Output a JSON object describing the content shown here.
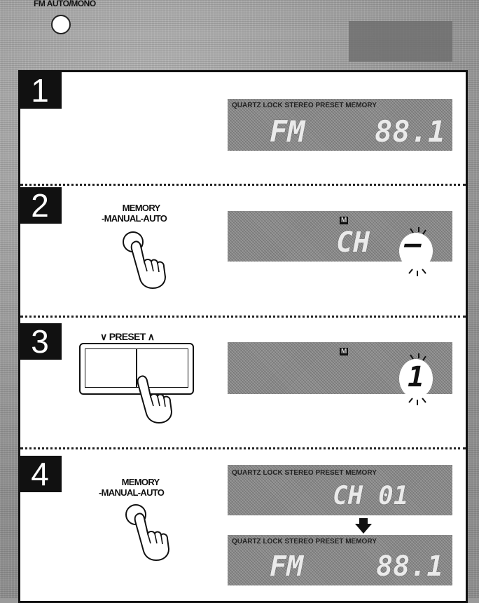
{
  "header": {
    "label": "FM AUTO/MONO"
  },
  "steps": [
    {
      "number": "1",
      "display": {
        "left": "FM",
        "right": "88.1",
        "top_text": "QUARTZ LOCK  STEREO  PRESET  MEMORY"
      }
    },
    {
      "number": "2",
      "button_label_line1": "MEMORY",
      "button_label_line2": "-MANUAL-AUTO",
      "display": {
        "left": "CH",
        "blink": "–",
        "indicator": "M"
      }
    },
    {
      "number": "3",
      "rocker_label": "∨ PRESET ∧",
      "display": {
        "blink": "1",
        "indicator": "M"
      }
    },
    {
      "number": "4",
      "button_label_line1": "MEMORY",
      "button_label_line2": "-MANUAL-AUTO",
      "display_top": {
        "text": "CH 01",
        "top_text": "QUARTZ LOCK  STEREO  PRESET  MEMORY"
      },
      "display_bottom": {
        "left": "FM",
        "right": "88.1",
        "top_text": "QUARTZ LOCK  STEREO  PRESET  MEMORY"
      }
    }
  ]
}
